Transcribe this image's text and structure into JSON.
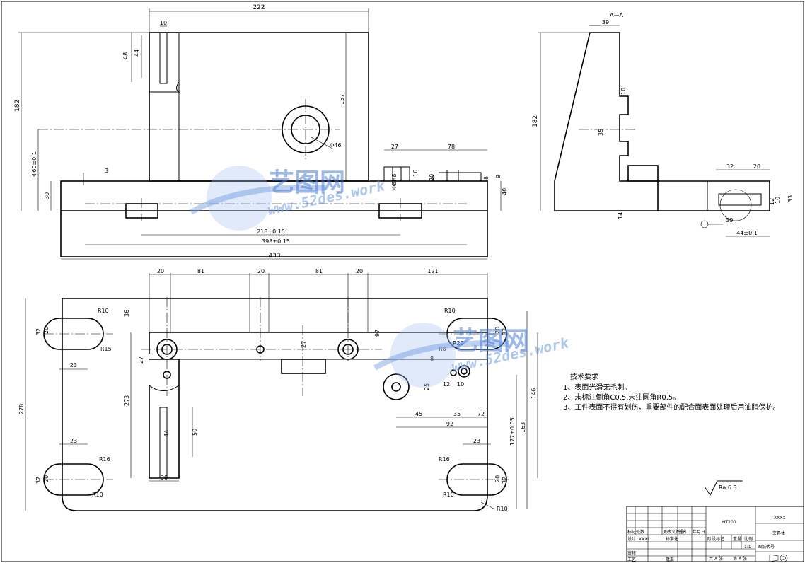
{
  "section_label": "A—A",
  "dimensions": {
    "front": [
      "222",
      "10",
      "48",
      "44",
      "182",
      "157",
      "Φ46",
      "27",
      "78",
      "16",
      "20",
      "9",
      "8",
      "Φ8H8",
      "Φ60±0.1",
      "30",
      "40",
      "3",
      "218±0.15",
      "398±0.15",
      "433"
    ],
    "side": [
      "39",
      "10",
      "35",
      "182",
      "32",
      "20",
      "12",
      "10",
      "33",
      "30",
      "14",
      "44±0.1"
    ],
    "plan": [
      "20",
      "81",
      "20",
      "81",
      "20",
      "121",
      "R10",
      "R15",
      "32",
      "20",
      "23",
      "36",
      "27",
      "27",
      "97",
      "273",
      "278",
      "44",
      "50",
      "30",
      "23",
      "R16",
      "R10",
      "32",
      "20",
      "R10",
      "R20",
      "20",
      "32",
      "R8",
      "8",
      "25",
      "12",
      "10",
      "45",
      "35",
      "72",
      "92",
      "146",
      "163",
      "177±0.05",
      "23",
      "R16",
      "R10",
      "20",
      "32",
      "R10"
    ]
  },
  "tech_requirements": {
    "title": "技术要求",
    "items": [
      "1、表面光滑无毛刺。",
      "2、未标注倒角C0.5,未注圆角R0.5。",
      "3、工件表面不得有划伤，重要部件的配合面表面处理后用油脂保护。"
    ]
  },
  "roughness": "Ra 6.3",
  "title_block": {
    "material": "HT200",
    "company": "XXXX",
    "part_name": "夹具体",
    "scale_label": "比例",
    "weight_label": "重量",
    "stage_label": "阶段标记",
    "scale": "1:1",
    "drawing_no_label": "图纸代号",
    "sheet": "共 X 张",
    "sheet_no": "第 X 张",
    "designer_label": "设计",
    "designer": "XXXL",
    "standard_label": "标准化",
    "review_label": "审核",
    "process_label": "工艺",
    "approve_label": "批准",
    "mark_label": "标记",
    "count_label": "处数",
    "zone_label": "分区",
    "change_label": "更改文件号",
    "sign_label": "签名",
    "date_label": "年月日"
  },
  "watermark": {
    "brand": "艺图网",
    "url": "www.52des.work"
  }
}
